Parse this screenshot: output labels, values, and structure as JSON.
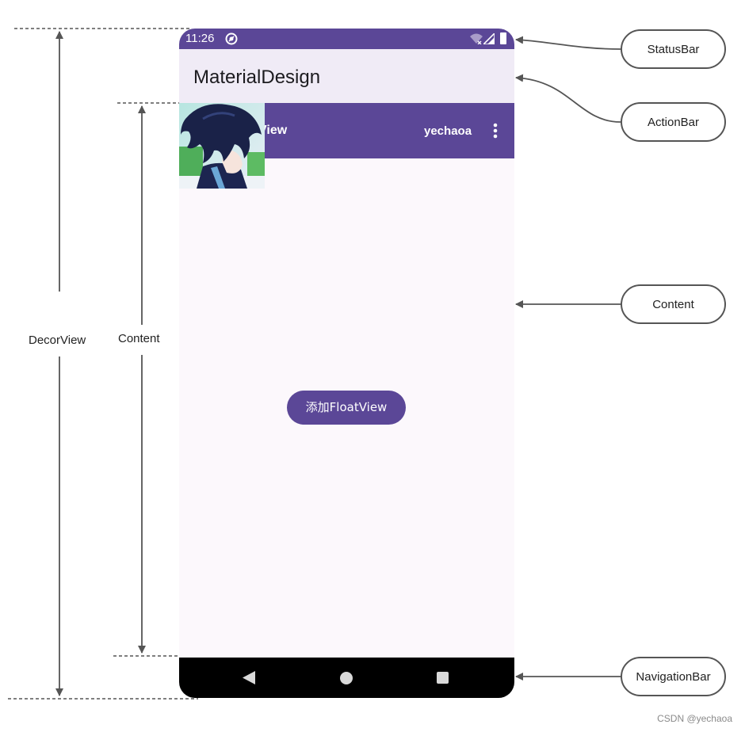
{
  "phone": {
    "status_bar": {
      "time": "11:26",
      "icons": [
        "app-notify-icon",
        "wifi-icon",
        "signal-icon",
        "battery-icon"
      ]
    },
    "action_bar": {
      "title": "MaterialDesign"
    },
    "toolbar": {
      "title_fragment": "View",
      "user": "yechaoa",
      "menu_icon": "overflow-icon"
    },
    "avatar": "avatar-image",
    "button": {
      "label": "添加FloatView"
    },
    "navigation_bar": {
      "icons": [
        "back-icon",
        "home-icon",
        "recents-icon"
      ]
    }
  },
  "annotations": {
    "left": {
      "decor_view": "DecorView",
      "content": "Content"
    },
    "callouts": {
      "status_bar": "StatusBar",
      "action_bar": "ActionBar",
      "content": "Content",
      "navigation_bar": "NavigationBar"
    }
  },
  "watermark": "CSDN @yechaoa",
  "colors": {
    "primary": "#5b4797",
    "action_bar_bg": "#f0ebf6",
    "content_bg": "#fcf8fc",
    "nav_bar_bg": "#000000",
    "annotation_line": "#555555"
  }
}
